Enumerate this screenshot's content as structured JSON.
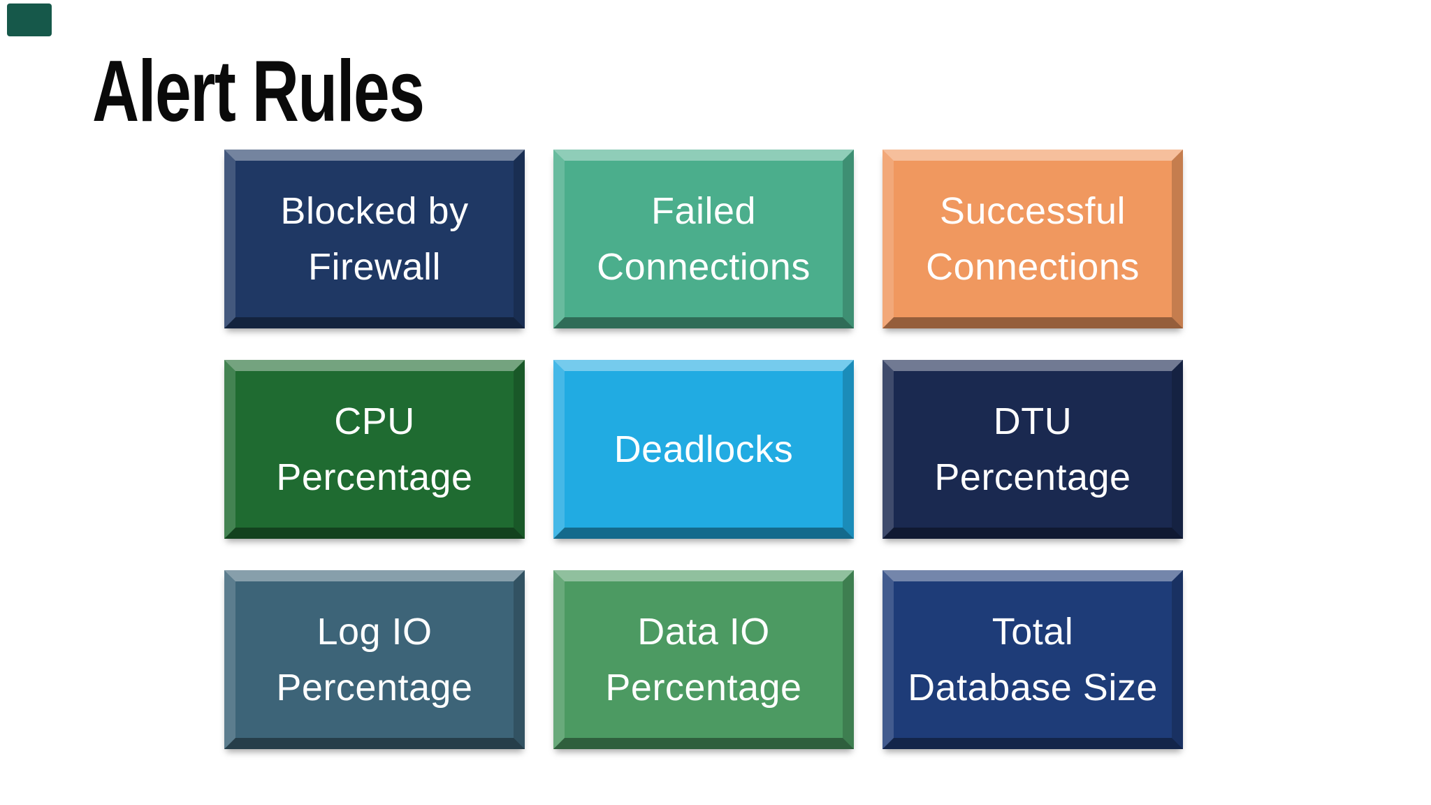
{
  "title": "Alert Rules",
  "background": "#FFFFFF",
  "title_color": "#0A0A0A",
  "label_text_color": "#FFFFFF",
  "corner_accent": {
    "color": "#16584A"
  },
  "boxes": [
    {
      "id": "blocked-by-firewall",
      "label": "Blocked by\nFirewall",
      "color": "#1F3864"
    },
    {
      "id": "failed-connections",
      "label": "Failed\nConnections",
      "color": "#4BAE8C"
    },
    {
      "id": "successful-connections",
      "label": "Successful\nConnections",
      "color": "#F0985F"
    },
    {
      "id": "cpu-percentage",
      "label": "CPU\nPercentage",
      "color": "#1F6B31"
    },
    {
      "id": "deadlocks",
      "label": "Deadlocks",
      "color": "#21ABE2"
    },
    {
      "id": "dtu-percentage",
      "label": "DTU\nPercentage",
      "color": "#1A2950"
    },
    {
      "id": "log-io-percentage",
      "label": "Log IO\nPercentage",
      "color": "#3D6478"
    },
    {
      "id": "data-io-percentage",
      "label": "Data IO\nPercentage",
      "color": "#4C9A62"
    },
    {
      "id": "total-database-size",
      "label": "Total\nDatabase Size",
      "color": "#1E3C78"
    }
  ]
}
